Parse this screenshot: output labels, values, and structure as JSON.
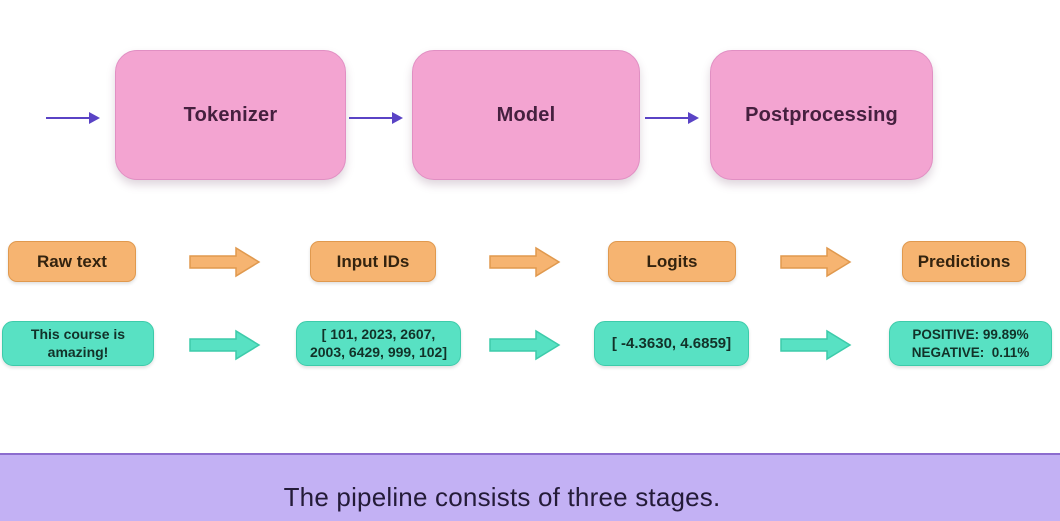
{
  "colors": {
    "background": "#FFFFFF",
    "pink_fill": "#F3A4D1",
    "pink_border": "#E18FC3",
    "pink_text": "#45203F",
    "purple_arrow": "#5A43C5",
    "orange_fill": "#F6B471",
    "orange_border": "#E0994E",
    "orange_text": "#33230F",
    "teal_fill": "#58E1C3",
    "teal_border": "#3DCBAA",
    "teal_text": "#123229",
    "banner_fill": "#C3B1F4",
    "banner_border": "#8C6CCE",
    "banner_text": "#241B38"
  },
  "stages": [
    {
      "label": "Tokenizer"
    },
    {
      "label": "Model"
    },
    {
      "label": "Postprocessing"
    }
  ],
  "data_labels": [
    {
      "label": "Raw text"
    },
    {
      "label": "Input IDs"
    },
    {
      "label": "Logits"
    },
    {
      "label": "Predictions"
    }
  ],
  "data_values": [
    {
      "line1": "This course is",
      "line2": "amazing!"
    },
    {
      "line1": "[ 101, 2023, 2607,",
      "line2": "2003, 6429, 999, 102]"
    },
    {
      "line1": "[ -4.3630, 4.6859]"
    },
    {
      "line1": "POSITIVE: 99.89%",
      "line2": "NEGATIVE:  0.11%"
    }
  ],
  "caption": "The pipeline consists of three stages."
}
